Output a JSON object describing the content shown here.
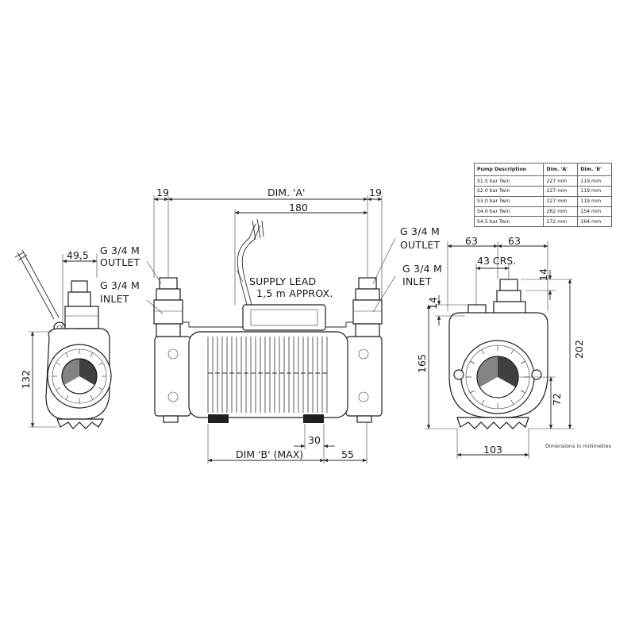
{
  "table": {
    "headers": [
      "Pump Description",
      "Dim. 'A'",
      "Dim. 'B'"
    ],
    "rows": [
      [
        "S1.5 bar Twin",
        "227 mm",
        "119 mm"
      ],
      [
        "S2.0 bar Twin",
        "227 mm",
        "119 mm"
      ],
      [
        "S3.0 bar Twin",
        "227 mm",
        "119 mm"
      ],
      [
        "S4.0 bar Twin",
        "262 mm",
        "154 mm"
      ],
      [
        "S4.5 bar Twin",
        "272 mm",
        "164 mm"
      ]
    ]
  },
  "note": "Dimensions in millimetres",
  "front_view": {
    "dim_a": "DIM. 'A'",
    "dim_19_left": "19",
    "dim_19_right": "19",
    "dim_180": "180",
    "dim_b": "DIM 'B' (MAX)",
    "dim_30": "30",
    "dim_55": "55",
    "outlet_left_1": "G 3/4 M",
    "outlet_left_2": "OUTLET",
    "inlet_left_1": "G 3/4 M",
    "inlet_left_2": "INLET",
    "supply_1": "SUPPLY LEAD",
    "supply_2": "1,5 m APPROX.",
    "outlet_right_1": "G 3/4 M",
    "outlet_right_2": "OUTLET",
    "inlet_right_1": "G 3/4 M",
    "inlet_right_2": "INLET"
  },
  "left_view": {
    "dim_49_5": "49,5",
    "dim_132": "132"
  },
  "right_view": {
    "dim_63_left": "63",
    "dim_63_right": "63",
    "dim_43_crs": "43 CRS.",
    "dim_14_top": "14",
    "dim_14_side": "14",
    "dim_165": "165",
    "dim_202": "202",
    "dim_72": "72",
    "dim_103": "103"
  }
}
